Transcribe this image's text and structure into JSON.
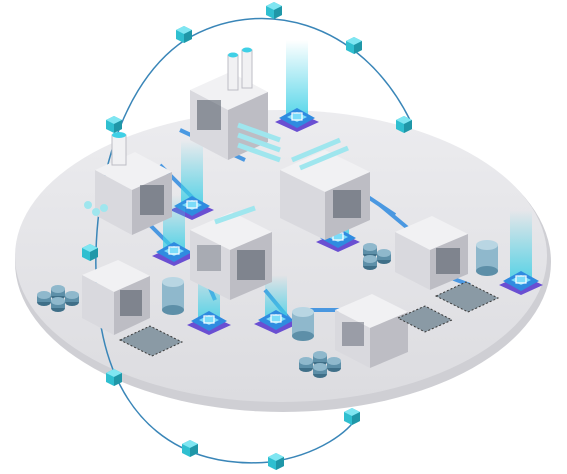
{
  "palette": {
    "background": "#ffffff",
    "platform_top": "#e6e6e9",
    "platform_edge": "#cfcfd4",
    "building_light": "#f1f1f3",
    "building_mid": "#d9d9de",
    "building_dark": "#a9a9b0",
    "window": "#4d5563",
    "pipe_cyan": "#9fe6ee",
    "flow_blue": "#2f8be0",
    "node_cyan": "#3fd0e6",
    "pad_purple": "#6a4fd2",
    "orbit_line": "#3a86b8",
    "cube_teal": "#2fbfd0",
    "tank_blue": "#5d8fa8"
  },
  "icons": {
    "orbit": "orbit-ring",
    "cube": "data-cube",
    "node": "network-node-pad",
    "factory": "factory-building",
    "tank": "storage-tank",
    "barrels": "barrel-cluster",
    "pool": "treatment-pool"
  }
}
